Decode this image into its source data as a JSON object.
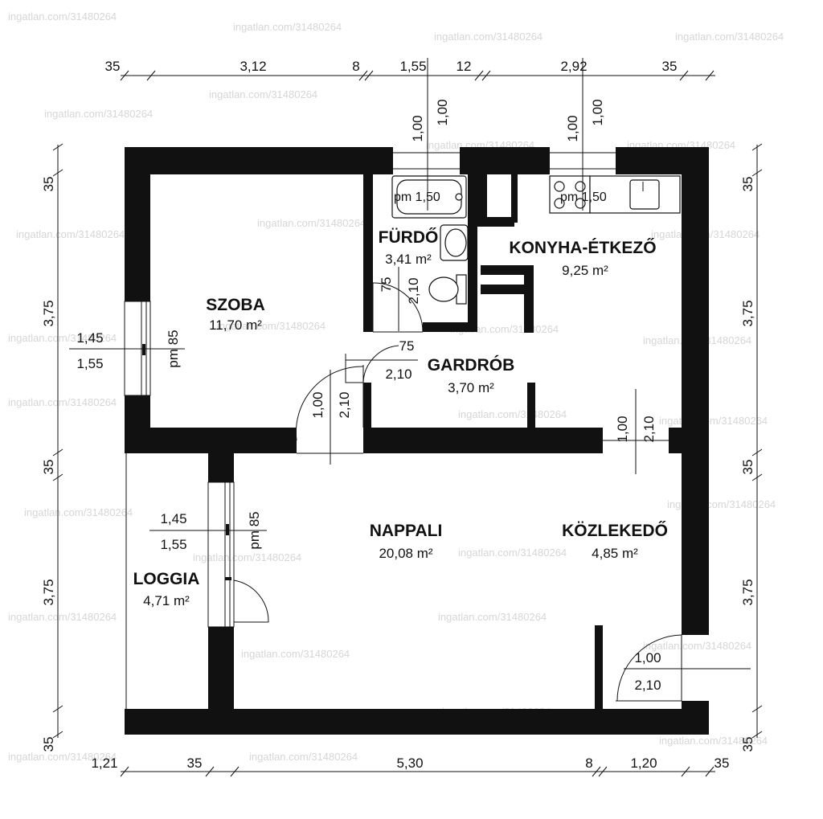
{
  "watermark": "ingatlan.com/31480264",
  "rooms": {
    "szoba": {
      "name": "SZOBA",
      "area": "11,70 m²"
    },
    "furdo": {
      "name": "FÜRDŐ",
      "area": "3,41 m²"
    },
    "konyha": {
      "name": "KONYHA-ÉTKEZŐ",
      "area": "9,25 m²"
    },
    "gardrob": {
      "name": "GARDRÓB",
      "area": "3,70 m²"
    },
    "nappali": {
      "name": "NAPPALI",
      "area": "20,08 m²"
    },
    "kozlekedo": {
      "name": "KÖZLEKEDŐ",
      "area": "4,85 m²"
    },
    "loggia": {
      "name": "LOGGIA",
      "area": "4,71 m²"
    }
  },
  "dims_top": [
    "35",
    "3,12",
    "8",
    "1,55",
    "12",
    "2,92",
    "35"
  ],
  "dims_bottom": [
    "1,21",
    "35",
    "5,30",
    "8",
    "1,20",
    "35"
  ],
  "dims_left": [
    "35",
    "3,75",
    "35",
    "3,75",
    "35"
  ],
  "dims_right": [
    "35",
    "3,75",
    "35",
    "3,75",
    "35"
  ],
  "openings": {
    "bath_window_a": "1,00",
    "bath_window_b": "1,00",
    "kitchen_window_a": "1,00",
    "kitchen_window_b": "1,00",
    "bath_pm": "pm 1,50",
    "kitchen_pm": "pm 1,50",
    "szoba_window_w": "1,45",
    "szoba_window_h": "1,55",
    "szoba_window_pm": "pm 85",
    "loggia_window_w": "1,45",
    "loggia_window_h": "1,55",
    "loggia_window_pm": "pm 85",
    "bath_door_w": "75",
    "bath_door_h": "2,10",
    "gardrob_door_w": "75",
    "gardrob_door_h": "2,10",
    "szoba_door_w": "1,00",
    "szoba_door_h": "2,10",
    "hall_door_w": "1,00",
    "hall_door_h": "2,10",
    "entry_door_w": "1,00",
    "entry_door_h": "2,10"
  }
}
